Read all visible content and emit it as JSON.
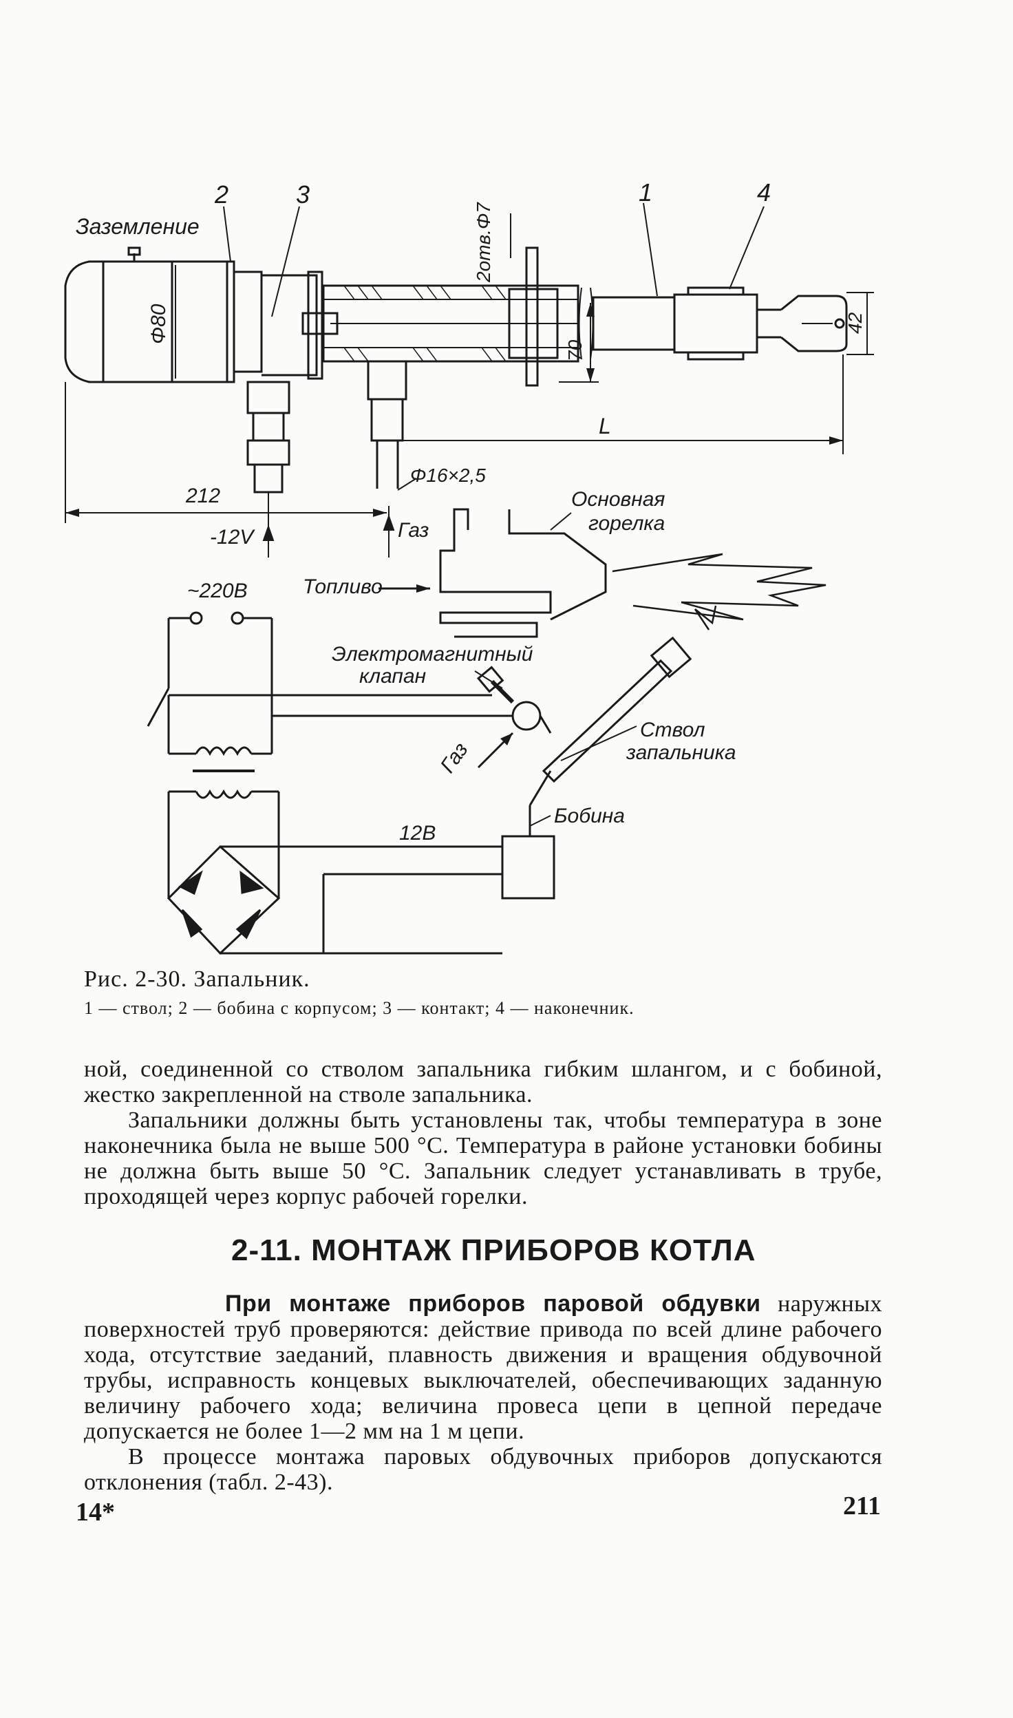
{
  "figure": {
    "labels": {
      "ground": "Заземление",
      "callout_2": "2",
      "callout_3": "3",
      "callout_1": "1",
      "callout_4": "4",
      "dia_80": "Φ80",
      "holes": "2отв.Φ7",
      "dim_70": "70",
      "dim_42": "42",
      "dim_L": "L",
      "pipe": "Φ16×2,5",
      "dim_212": "212",
      "minus12v": "-12V",
      "gas_arrow": "Газ",
      "main_burner_1": "Основная",
      "main_burner_2": "горелка",
      "fuel": "Топливо",
      "mains": "~220В",
      "solenoid_1": "Электромагнитный",
      "solenoid_2": "клапан",
      "gas_inlet": "Газ",
      "igniter_barrel_1": "Ствол",
      "igniter_barrel_2": "запальника",
      "v12": "12В",
      "coil": "Бобина"
    }
  },
  "caption": {
    "title": "Рис. 2-30. Запальник.",
    "legend": "1 — ствол; 2 — бобина с корпусом; 3 — контакт; 4 — наконечник."
  },
  "text": {
    "p1": "ной, соединенной со стволом запальника гибким шлангом, и с бобиной, жестко закрепленной на стволе запальника.",
    "p2": "Запальники должны быть установлены так, чтобы температура в зоне наконечника была не выше 500 °С. Температура в районе установки бобины не должна быть выше 50 °С. Запальник следует устанавливать в трубе, проходящей через корпус рабочей горелки.",
    "heading": "2-11. МОНТАЖ ПРИБОРОВ КОТЛА",
    "p3_bold": "При монтаже приборов паровой обдувки",
    "p3_rest": " наружных поверхностей труб проверяются: действие привода по всей длине рабочего хода, отсутствие заеданий, плавность движения и вращения обдувочной трубы, исправность концевых выключателей, обеспечивающих заданную величину рабочего хода; величина провеса цепи в цепной передаче допускается не более 1—2 мм на 1 м цепи.",
    "p4": "В процессе монтажа паровых обдувочных приборов допускаются отклонения (табл. 2-43).",
    "signature": "14*",
    "page_number": "211"
  }
}
